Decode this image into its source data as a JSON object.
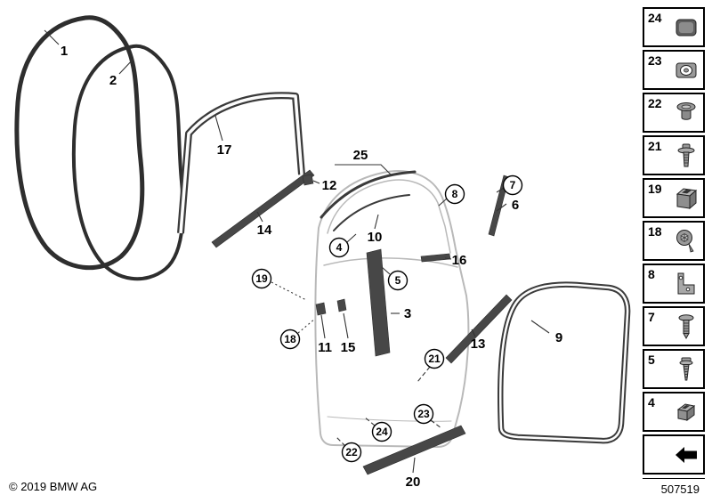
{
  "meta": {
    "copyright": "© 2019 BMW AG",
    "diagram_number": "507519"
  },
  "callouts": {
    "plain": [
      {
        "label": "1"
      },
      {
        "label": "2"
      },
      {
        "label": "3"
      },
      {
        "label": "6"
      },
      {
        "label": "9"
      },
      {
        "label": "10"
      },
      {
        "label": "11"
      },
      {
        "label": "12"
      },
      {
        "label": "13"
      },
      {
        "label": "14"
      },
      {
        "label": "15"
      },
      {
        "label": "16"
      },
      {
        "label": "17"
      },
      {
        "label": "20"
      },
      {
        "label": "25"
      }
    ],
    "circled": [
      {
        "label": "4"
      },
      {
        "label": "5"
      },
      {
        "label": "7"
      },
      {
        "label": "8"
      },
      {
        "label": "18"
      },
      {
        "label": "19"
      },
      {
        "label": "21"
      },
      {
        "label": "22"
      },
      {
        "label": "23"
      },
      {
        "label": "24"
      }
    ]
  },
  "legend": {
    "items": [
      {
        "label": "24",
        "icon": "cap-grommet-icon"
      },
      {
        "label": "23",
        "icon": "clip-nut-icon"
      },
      {
        "label": "22",
        "icon": "expanding-rivet-icon"
      },
      {
        "label": "21",
        "icon": "screw-washer-icon"
      },
      {
        "label": "19",
        "icon": "cage-nut-icon"
      },
      {
        "label": "18",
        "icon": "torx-screw-icon"
      },
      {
        "label": "8",
        "icon": "bracket-clip-icon"
      },
      {
        "label": "7",
        "icon": "pan-head-screw-icon"
      },
      {
        "label": "5",
        "icon": "tapping-screw-icon"
      },
      {
        "label": "4",
        "icon": "clip-icon"
      },
      {
        "label": "",
        "icon": "direction-arrow-icon"
      }
    ]
  }
}
